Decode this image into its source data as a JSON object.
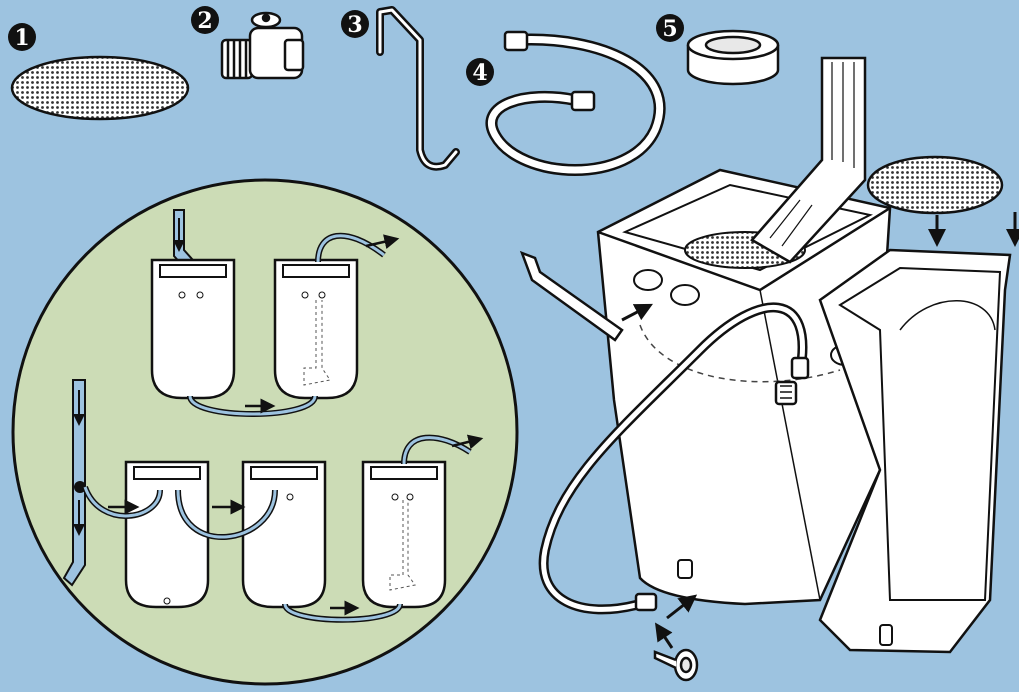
{
  "parts": [
    {
      "number": "1",
      "name": "mesh-screen"
    },
    {
      "number": "2",
      "name": "spigot-valve"
    },
    {
      "number": "3",
      "name": "overflow-hook"
    },
    {
      "number": "4",
      "name": "connector-hose"
    },
    {
      "number": "5",
      "name": "sealing-tape-roll"
    }
  ],
  "colors": {
    "background": "#9dc3e0",
    "inset_circle": "#ccdcb6",
    "barrel_fill": "#ffffff",
    "hose_blue": "#9dc3e0",
    "outline": "#1a1a1a"
  },
  "icons": [
    "mesh-screen-icon",
    "spigot-valve-icon",
    "overflow-hook-icon",
    "hose-icon",
    "tape-roll-icon",
    "arrow-icon",
    "downspout-icon"
  ]
}
